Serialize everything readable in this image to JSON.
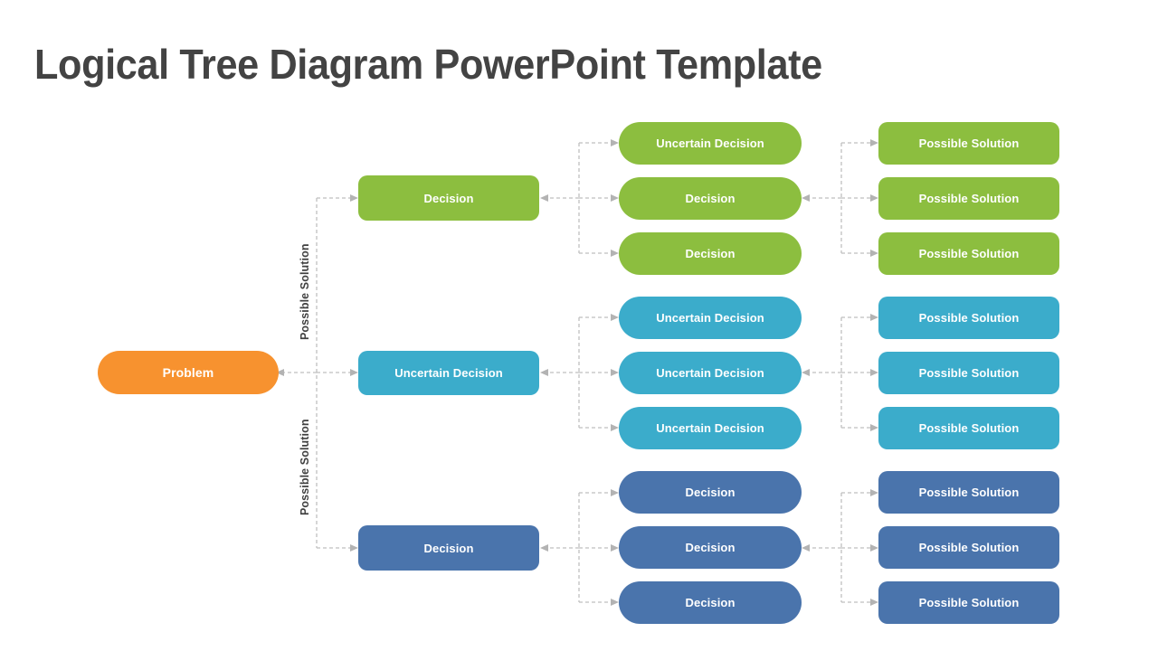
{
  "slide": {
    "title": "Logical Tree Diagram PowerPoint Template",
    "background": "#ffffff"
  },
  "palette": {
    "orange": "#F7922F",
    "green": "#8CBE3F",
    "cyan": "#3BACCB",
    "blue": "#4A74AC",
    "connector": "#bfbfbf",
    "arrowhead": "#b3b3b3",
    "title_color": "#434343",
    "label_color": "#404040",
    "node_text": "#ffffff"
  },
  "root": {
    "label": "Problem",
    "color": "#F7922F"
  },
  "side_labels": [
    {
      "text": "Possible Solution"
    },
    {
      "text": "Possible Solution"
    }
  ],
  "branches": [
    {
      "name": "green-branch",
      "color": "#8CBE3F",
      "level1": {
        "label": "Decision"
      },
      "level2": [
        {
          "label": "Uncertain Decision"
        },
        {
          "label": "Decision"
        },
        {
          "label": "Decision"
        }
      ],
      "level3": [
        {
          "label": "Possible Solution"
        },
        {
          "label": "Possible Solution"
        },
        {
          "label": "Possible Solution"
        }
      ]
    },
    {
      "name": "cyan-branch",
      "color": "#3BACCB",
      "level1": {
        "label": "Uncertain Decision"
      },
      "level2": [
        {
          "label": "Uncertain Decision"
        },
        {
          "label": "Uncertain Decision"
        },
        {
          "label": "Uncertain Decision"
        }
      ],
      "level3": [
        {
          "label": "Possible Solution"
        },
        {
          "label": "Possible Solution"
        },
        {
          "label": "Possible Solution"
        }
      ]
    },
    {
      "name": "blue-branch",
      "color": "#4A74AC",
      "level1": {
        "label": "Decision"
      },
      "level2": [
        {
          "label": "Decision"
        },
        {
          "label": "Decision"
        },
        {
          "label": "Decision"
        }
      ],
      "level3": [
        {
          "label": "Possible Solution"
        },
        {
          "label": "Possible Solution"
        },
        {
          "label": "Possible Solution"
        }
      ]
    }
  ]
}
